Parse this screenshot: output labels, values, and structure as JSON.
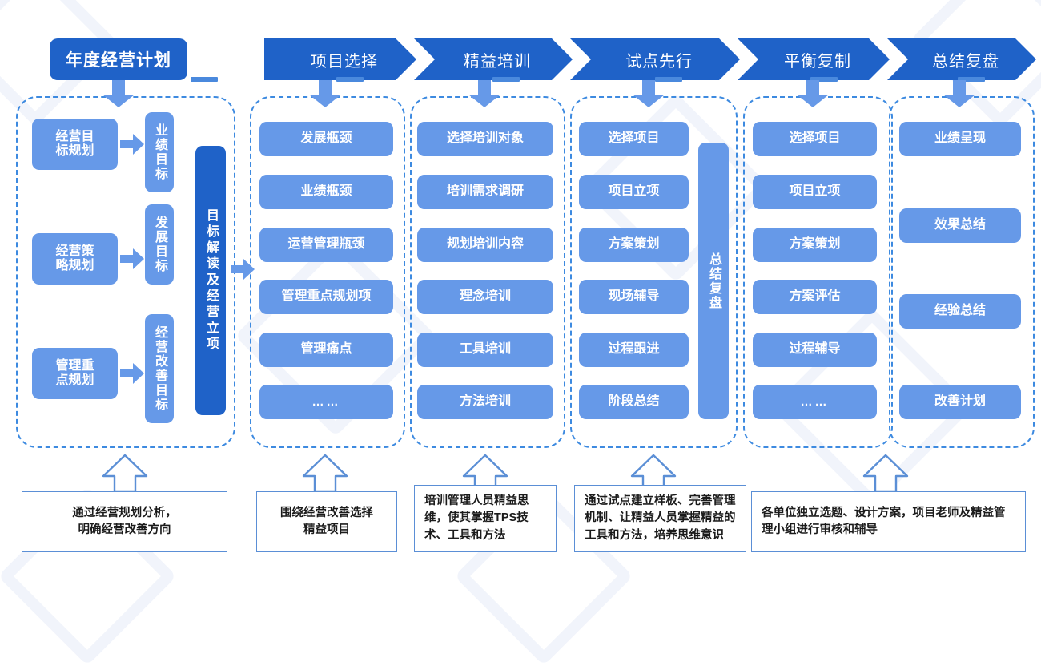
{
  "theme": {
    "dark_blue": "#1f62c8",
    "light_blue": "#6699e8",
    "dashed_border": "#3d8ae0",
    "callout_border": "#5b8fd6",
    "background": "#ffffff"
  },
  "header": {
    "start_label": "年度经营计划",
    "stages": [
      {
        "label": "项目选择"
      },
      {
        "label": "精益培训"
      },
      {
        "label": "试点先行"
      },
      {
        "label": "平衡复制"
      },
      {
        "label": "总结复盘"
      }
    ]
  },
  "columns": [
    {
      "name": "annual-plan",
      "pairs": [
        {
          "source": "经营目\n标规划",
          "target": "业绩目标"
        },
        {
          "source": "经营策\n略规划",
          "target": "发展目标"
        },
        {
          "source": "管理重\n点规划",
          "target": "经营改善目标"
        }
      ],
      "side_bar": "目标解读及经营立项"
    },
    {
      "name": "project-selection",
      "items": [
        "发展瓶颈",
        "业绩瓶颈",
        "运营管理瓶颈",
        "管理重点规划项",
        "管理痛点",
        "……"
      ]
    },
    {
      "name": "lean-training",
      "items": [
        "选择培训对象",
        "培训需求调研",
        "规划培训内容",
        "理念培训",
        "工具培训",
        "方法培训"
      ]
    },
    {
      "name": "pilot-first",
      "items": [
        "选择项目",
        "项目立项",
        "方案策划",
        "现场辅导",
        "过程跟进",
        "阶段总结"
      ],
      "side_bar": "总结复盘"
    },
    {
      "name": "balanced-replication",
      "items": [
        "选择项目",
        "项目立项",
        "方案策划",
        "方案评估",
        "过程辅导",
        "……"
      ]
    },
    {
      "name": "summary-review",
      "items": [
        "业绩呈现",
        "效果总结",
        "经验总结",
        "改善计划"
      ]
    }
  ],
  "callouts": [
    {
      "name": "callout-1",
      "text": "通过经营规划分析，\n明确经营改善方向"
    },
    {
      "name": "callout-2",
      "text": "围绕经营改善选择\n精益项目"
    },
    {
      "name": "callout-3",
      "text": "培训管理人员精益思维，使其掌握TPS技术、工具和方法"
    },
    {
      "name": "callout-4",
      "text": "通过试点建立样板、完善管理机制、让精益人员掌握精益的工具和方法，培养思维意识"
    },
    {
      "name": "callout-5",
      "text": "各单位独立选题、设计方案，项目老师及精益管理小组进行审核和辅导"
    }
  ]
}
